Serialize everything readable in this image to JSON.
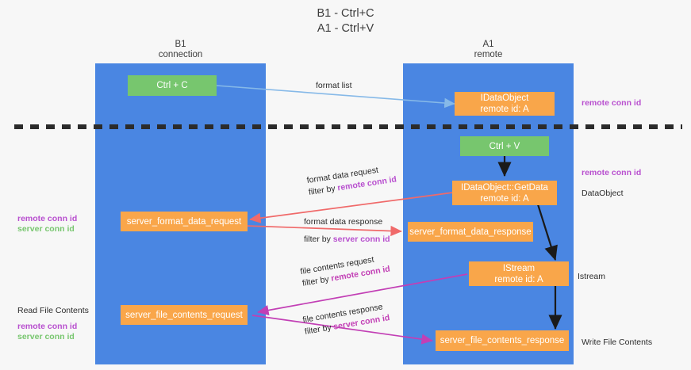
{
  "title": {
    "line1": "B1 - Ctrl+C",
    "line2": "A1 - Ctrl+V"
  },
  "columns": [
    {
      "name": "B1",
      "sub": "connection"
    },
    {
      "name": "A1",
      "sub": "remote"
    }
  ],
  "nodes": {
    "ctrl_c": {
      "label": "Ctrl + C"
    },
    "ctrl_v": {
      "label": "Ctrl + V"
    },
    "idataobject_top": {
      "line1": "IDataObject",
      "line2": "remote id: A"
    },
    "idataobject_getdata": {
      "line1": "IDataObject::GetData",
      "line2": "remote id: A"
    },
    "istream": {
      "line1": "IStream",
      "line2": "remote id: A"
    },
    "server_format_data_request": {
      "label": "server_format_data_request"
    },
    "server_format_data_response": {
      "label": "server_format_data_response"
    },
    "server_file_contents_request": {
      "label": "server_file_contents_request"
    },
    "server_file_contents_response": {
      "label": "server_file_contents_response"
    }
  },
  "edges": {
    "format_list": {
      "label": "format list"
    },
    "format_data_request": {
      "line1": "format data request",
      "line2_prefix": "filter by ",
      "line2_key": "remote conn id"
    },
    "format_data_response": {
      "line1": "format data response",
      "line2_prefix": "filter by ",
      "line2_key": "server conn id"
    },
    "file_contents_request": {
      "line1": "file contents request",
      "line2_prefix": "filter by ",
      "line2_key": "remote conn id"
    },
    "file_contents_response": {
      "line1": "file contents response",
      "line2_prefix": "filter by ",
      "line2_key": "server conn id"
    }
  },
  "annotations": {
    "right_remote_conn_id_top": "remote conn id",
    "right_remote_conn_id_mid": "remote conn id",
    "right_dataobject": "DataObject",
    "right_istream": "Istream",
    "right_write_file_contents": "Write File Contents",
    "left_remote_conn_id": "remote conn id",
    "left_server_conn_id": "server conn id",
    "left_read_file_contents": "Read File Contents",
    "left_remote_conn_id_2": "remote conn id",
    "left_server_conn_id_2": "server conn id"
  },
  "colors": {
    "lane": "#4a86e2",
    "green_node": "#77c66e",
    "orange_node": "#f9a64a",
    "red_arrow": "#f06a6a",
    "magenta_arrow": "#c23fb5",
    "blue_arrow": "#86b9e8",
    "black": "#1a1a1a",
    "key_purple": "#b84fcf",
    "key_green": "#77c66e",
    "background": "#f7f7f7"
  }
}
